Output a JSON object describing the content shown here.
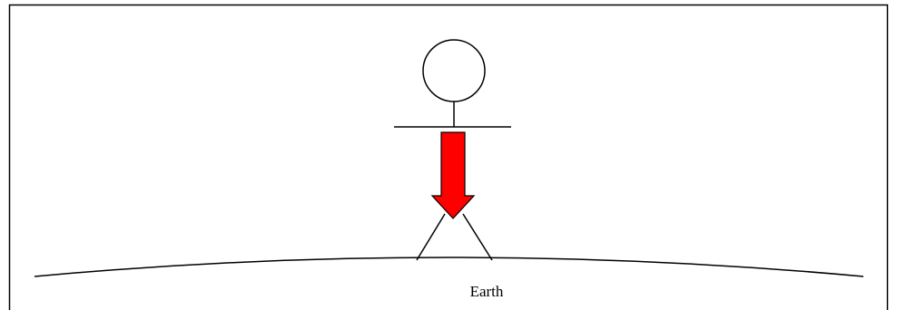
{
  "diagram": {
    "ground_label": "Earth",
    "colors": {
      "background": "#ffffff",
      "line": "#000000",
      "arrow_fill": "#ff0000",
      "arrow_stroke": "#000000"
    },
    "elements": {
      "frame": "rectangle-border",
      "figure": "stick-figure",
      "force_arrow": "downward-arrow",
      "ground": "curved-ground-line"
    }
  }
}
